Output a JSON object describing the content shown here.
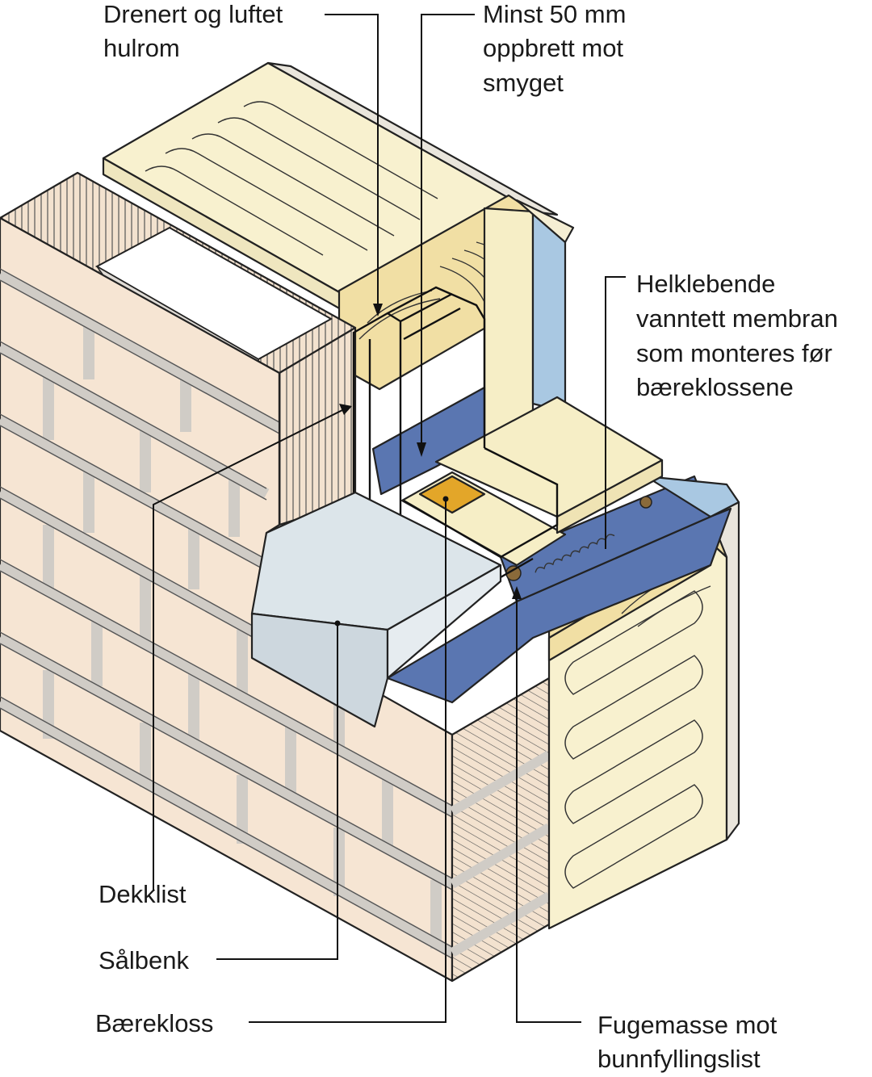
{
  "labels": {
    "drained_cavity": [
      "Drenert og luftet",
      "hulrom"
    ],
    "upturn": [
      "Minst 50 mm",
      "oppbrett mot",
      "smyget"
    ],
    "membrane": [
      "Helklebende",
      "vanntett membran",
      "som monteres før",
      "bæreklossene"
    ],
    "cover_strip": "Dekklist",
    "sill": "Sålbenk",
    "support_block": "Bærekloss",
    "sealant": [
      "Fugemasse mot",
      "bunnfyllingslist"
    ]
  },
  "colors": {
    "brick": "#f6e5d3",
    "mortar": "#d9d6d2",
    "insulation": "#f8f1cf",
    "timber": "#f1dfa4",
    "membrane_blue": "#5a76b1",
    "foil_blue": "#a9c8e2",
    "sill_metal": "#dce5ea",
    "block_orange": "#e3a629"
  }
}
